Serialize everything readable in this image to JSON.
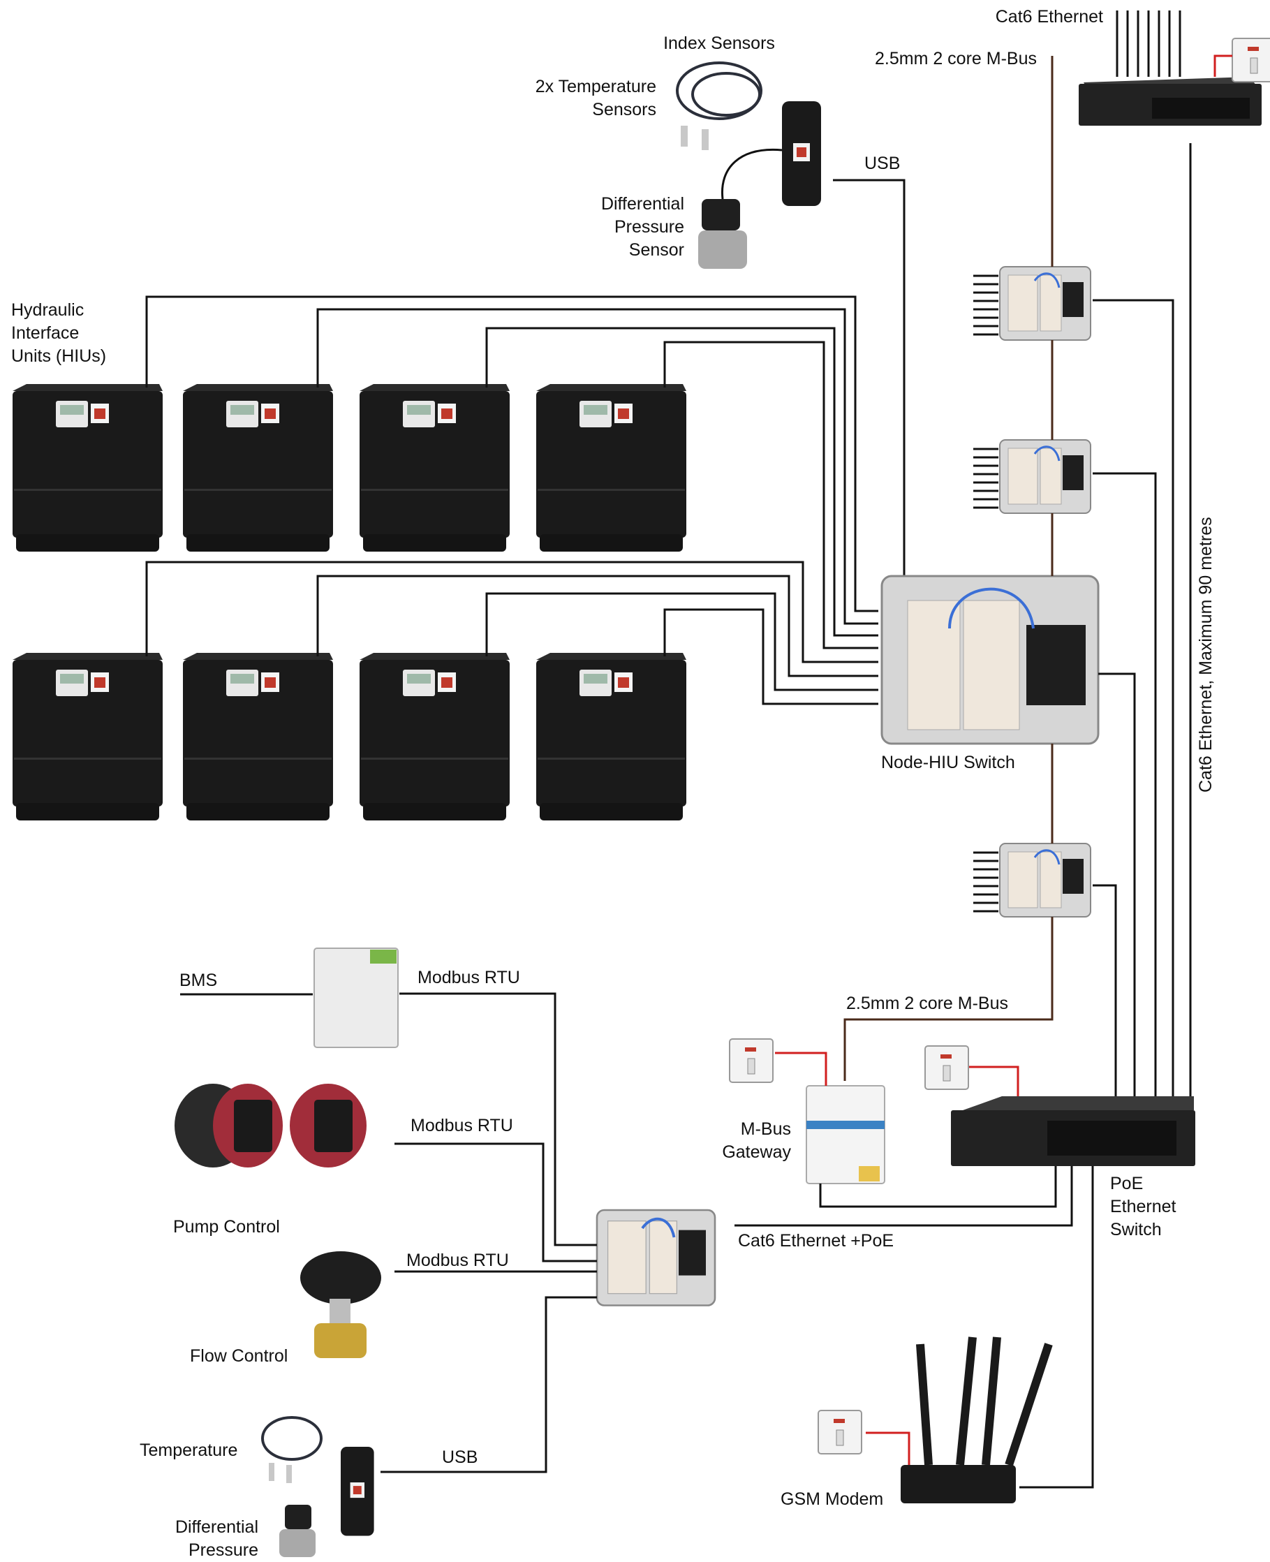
{
  "labels": {
    "index_sensors": "Index Sensors",
    "temp_sensors_1": "2x Temperature",
    "temp_sensors_2": "Sensors",
    "diff_pressure_1": "Differential",
    "diff_pressure_2": "Pressure",
    "diff_pressure_3": "Sensor",
    "usb_top": "USB",
    "cat6_ethernet_top": "Cat6 Ethernet",
    "mbus_top": "2.5mm 2 core M-Bus",
    "hiu_1": "Hydraulic",
    "hiu_2": "Interface",
    "hiu_3": "Units (HIUs)",
    "node_hiu_switch": "Node-HIU Switch",
    "cat6_max": "Cat6 Ethernet, Maximum 90 metres",
    "bms": "BMS",
    "modbus_1": "Modbus RTU",
    "modbus_2": "Modbus RTU",
    "modbus_3": "Modbus RTU",
    "mbus_bottom": "2.5mm 2 core M-Bus",
    "mbus_gateway_1": "M-Bus",
    "mbus_gateway_2": "Gateway",
    "poe_1": "PoE",
    "poe_2": "Ethernet",
    "poe_3": "Switch",
    "pump_control": "Pump Control",
    "cat6_poe": "Cat6 Ethernet +PoE",
    "flow_control": "Flow Control",
    "temperature": "Temperature",
    "usb_bottom": "USB",
    "diff_bottom_1": "Differential",
    "diff_bottom_2": "Pressure",
    "gsm_modem": "GSM Modem"
  },
  "colors": {
    "cable_data": "#111111",
    "cable_mbus": "#4a2a1a",
    "cable_power": "#d11f1f",
    "hiu_body": "#1a1a1a"
  },
  "icons": [
    "hiu-unit-icon",
    "node-enclosure-icon",
    "ethernet-switch-icon",
    "power-socket-icon",
    "usb-sensor-hub-icon",
    "temperature-probe-icon",
    "pressure-sensor-icon",
    "pump-icon",
    "flow-valve-icon",
    "modbus-gateway-icon",
    "mbus-gateway-icon",
    "gsm-modem-icon"
  ]
}
